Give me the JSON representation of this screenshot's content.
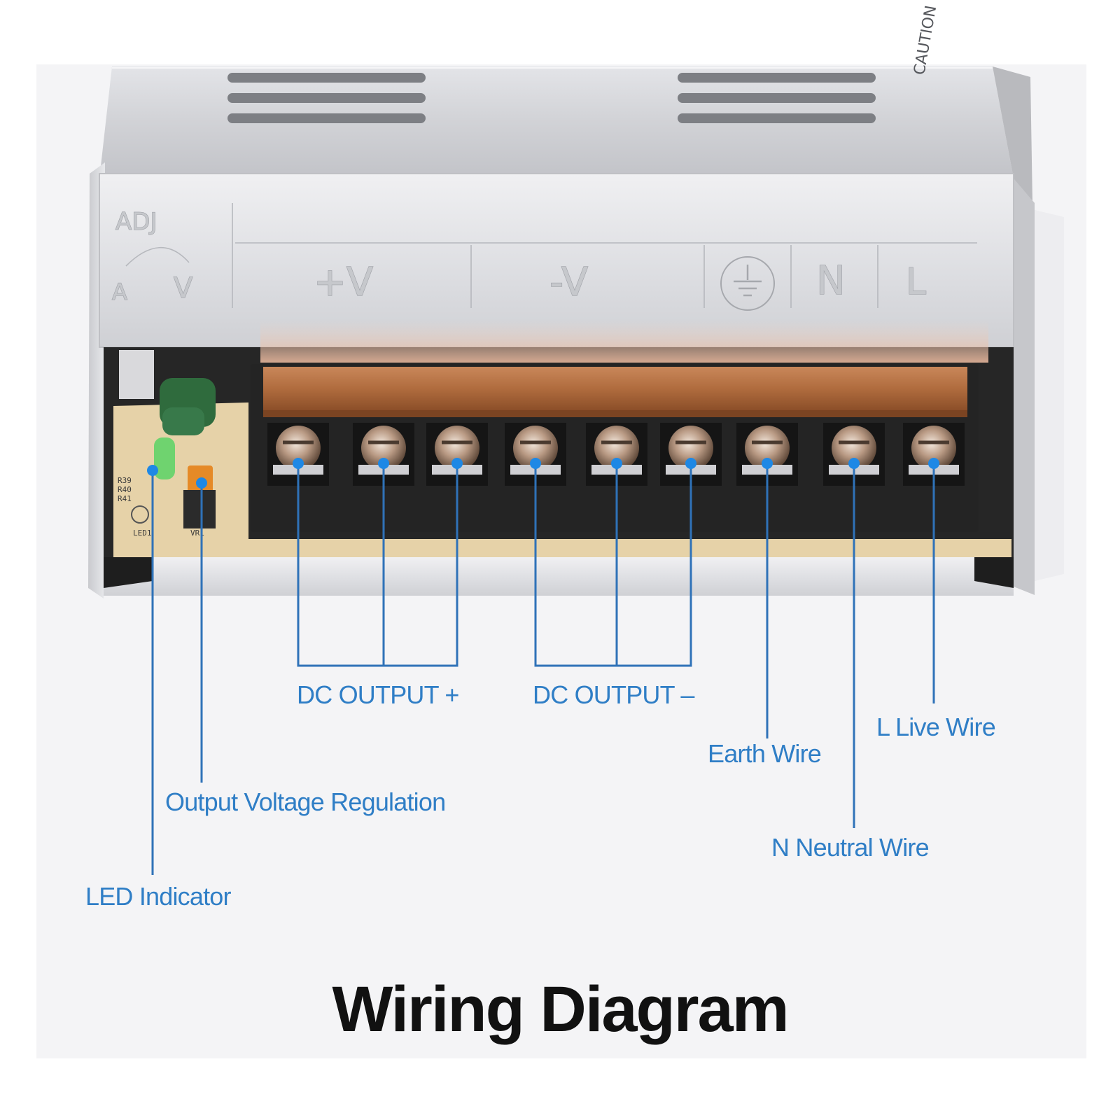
{
  "title": "Wiring Diagram",
  "colors": {
    "label": "#2f7ec6",
    "leader_line": "#2f72b8",
    "dot": "#1e88e5",
    "terminal_block": "#242424",
    "cover": "#d4d5d9",
    "pcb": "#e6d2a8"
  },
  "housing": {
    "adj": "ADJ",
    "a": "A",
    "v": "V",
    "plus_v": "+V",
    "minus_v": "-V",
    "n": "N",
    "l": "L",
    "caution": "CAUTION",
    "pcb": {
      "r39": "R39",
      "r40": "R40",
      "r41": "R41",
      "led1": "LED1",
      "vr1": "VR1"
    }
  },
  "labels": {
    "dc_output_plus": "DC OUTPUT +",
    "dc_output_minus": "DC OUTPUT –",
    "earth_wire": "Earth Wire",
    "live_wire": "L Live Wire",
    "neutral_wire": "N Neutral Wire",
    "output_voltage_regulation": "Output Voltage Regulation",
    "led_indicator": "LED Indicator"
  }
}
